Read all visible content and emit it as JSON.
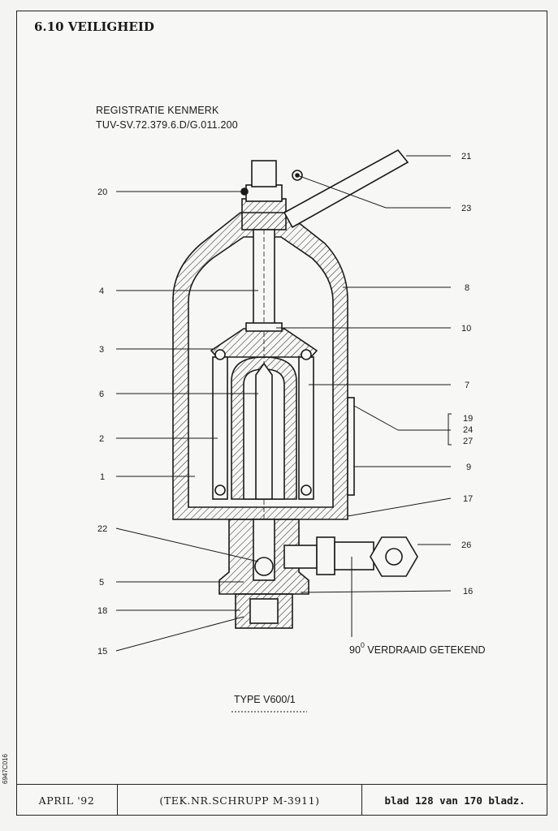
{
  "header": {
    "section_title": "6.10 VEILIGHEID"
  },
  "registration": {
    "line1": "REGISTRATIE KENMERK",
    "line2": "TUV-SV.72.379.6.D/G.011.200"
  },
  "side_code": "6947C016",
  "part_labels": {
    "p1": "1",
    "p2": "2",
    "p3": "3",
    "p4": "4",
    "p5": "5",
    "p6": "6",
    "p7": "7",
    "p8": "8",
    "p9": "9",
    "p10": "10",
    "p15": "15",
    "p16": "16",
    "p17": "17",
    "p18": "18",
    "p19": "19",
    "p20": "20",
    "p21": "21",
    "p22": "22",
    "p23": "23",
    "p24": "24",
    "p26": "26",
    "p27": "27"
  },
  "rotation_note": {
    "degrees": "90",
    "sup": "0",
    "text": " VERDRAAID GETEKEND"
  },
  "type_label": "TYPE V600/1",
  "footer": {
    "date": "APRIL '92",
    "drawing_number": "(TEK.NR.SCHRUPP  M-3911)",
    "page_info": "blad 128 van 170 bladz."
  }
}
